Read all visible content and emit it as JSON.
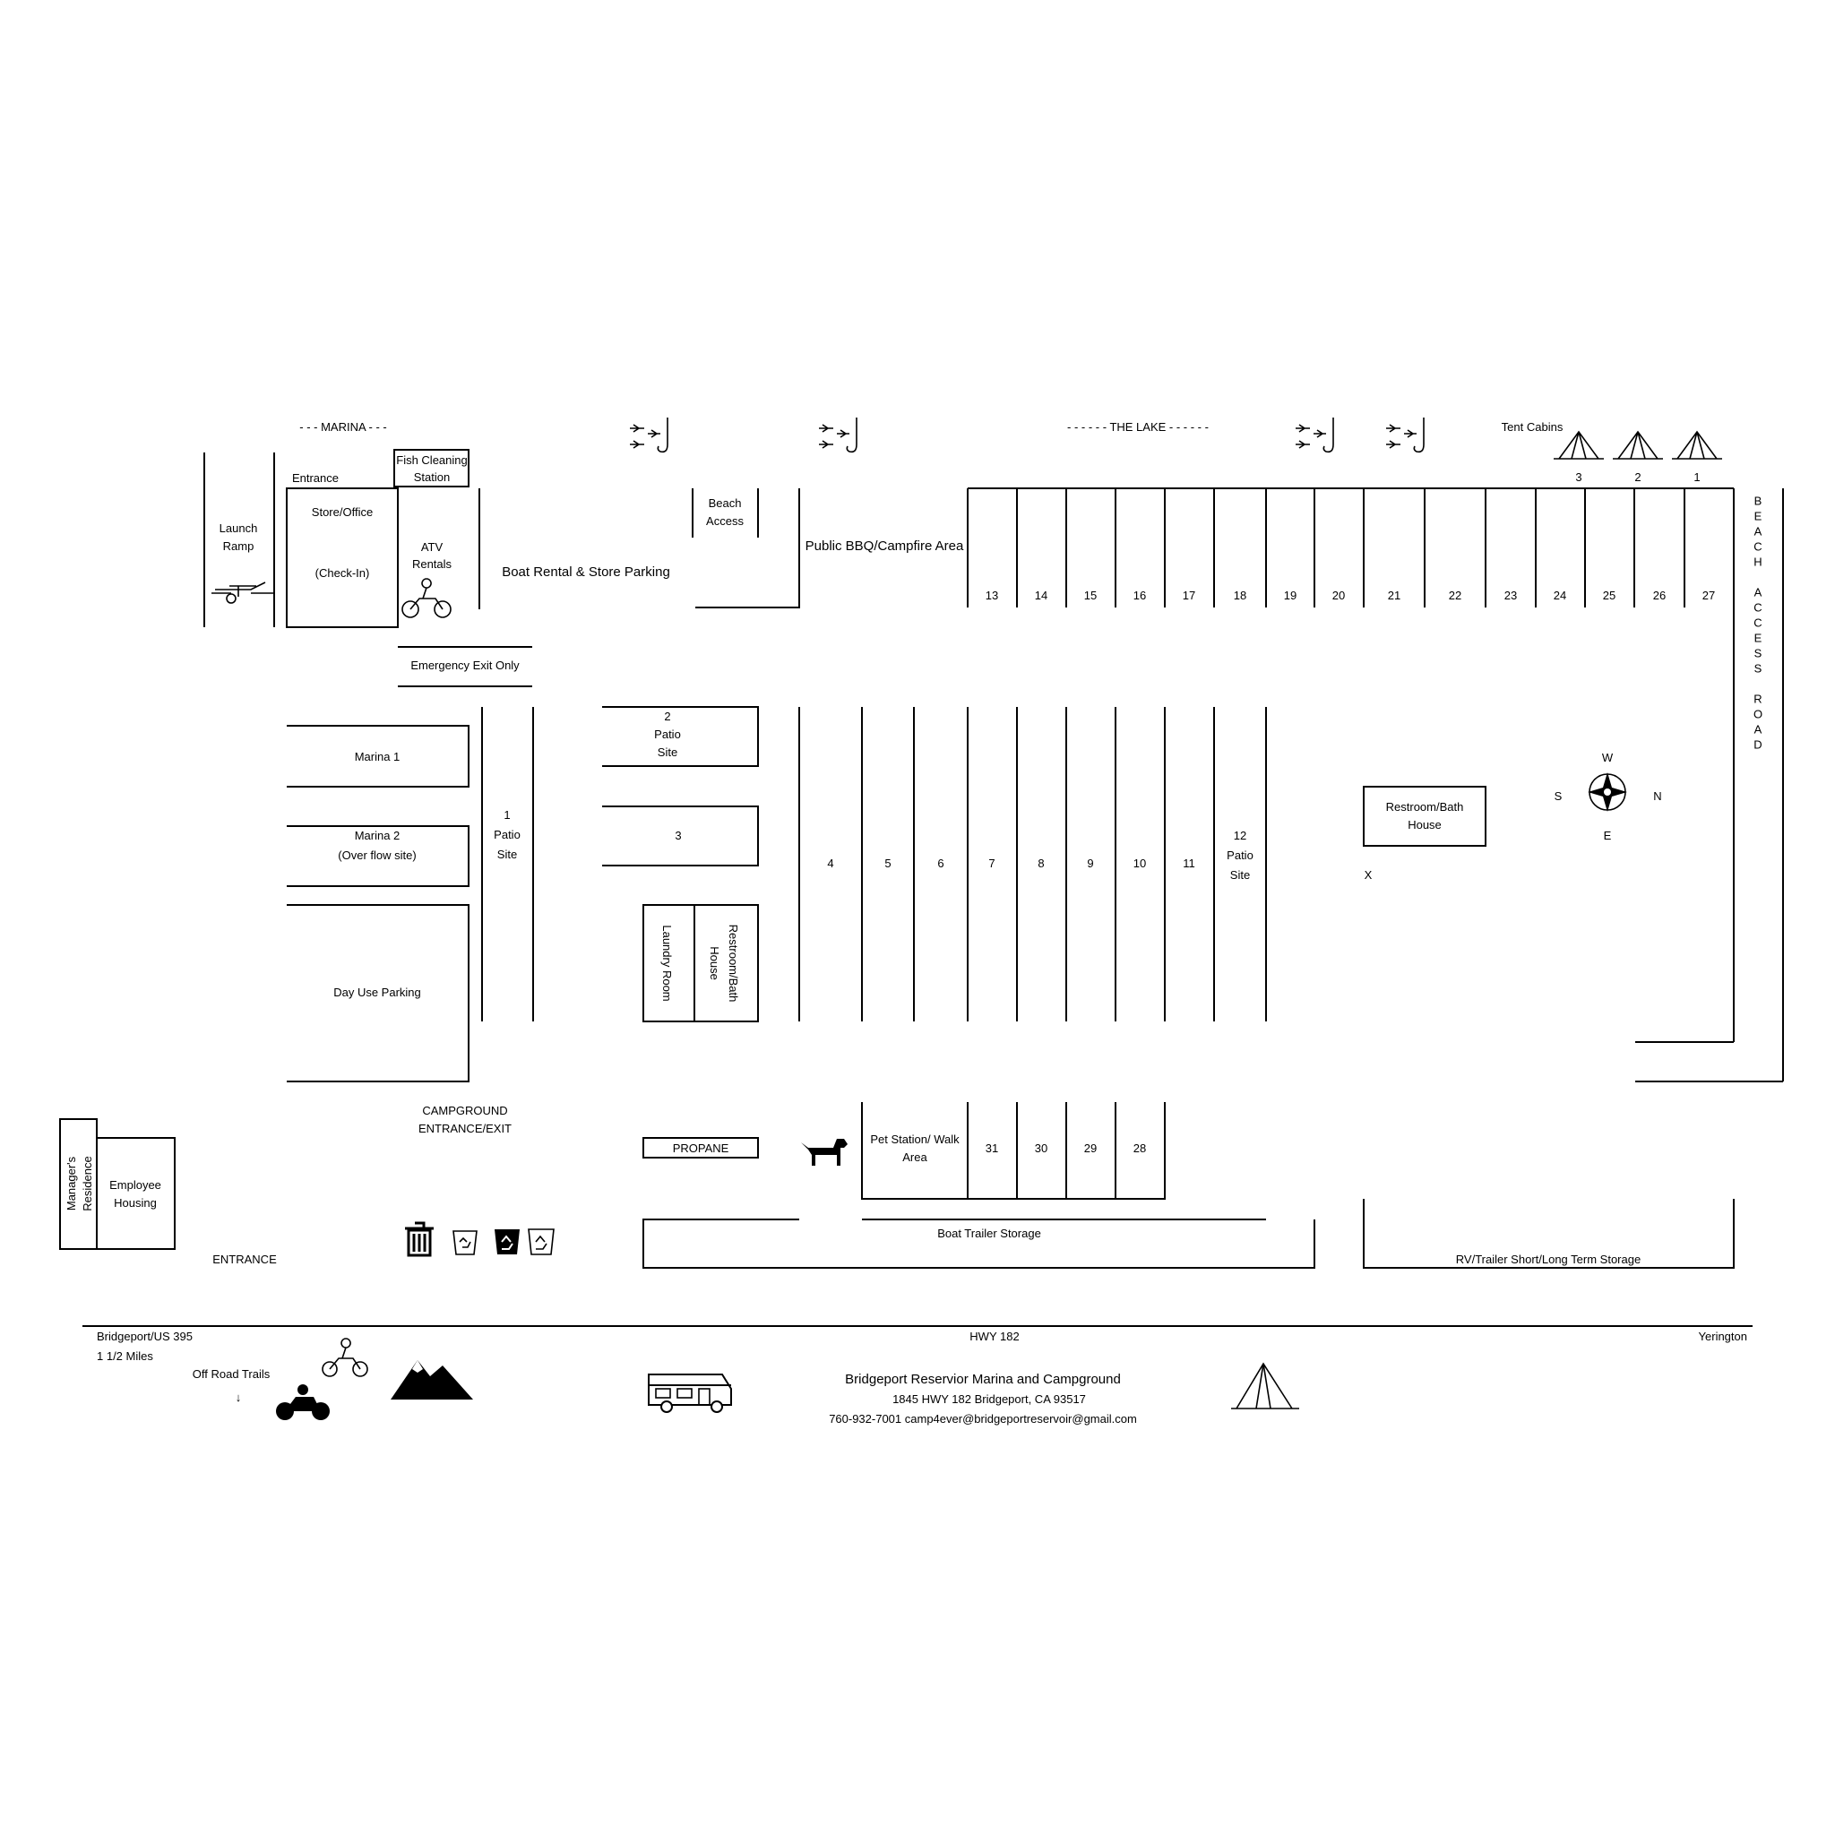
{
  "header": {
    "marina": "- - - MARINA - - -",
    "lake": "- - - - - - THE LAKE - - - - - -",
    "tent_cabins": "Tent Cabins"
  },
  "buildings": {
    "entrance_small": "Entrance",
    "fish_cleaning_1": "Fish Cleaning",
    "fish_cleaning_2": "Station",
    "launch_ramp_1": "Launch",
    "launch_ramp_2": "Ramp",
    "store_office": "Store/Office",
    "check_in": "(Check-In)",
    "atv_1": "ATV",
    "atv_2": "Rentals",
    "boat_rental_parking": "Boat Rental & Store Parking",
    "beach_access_1": "Beach",
    "beach_access_2": "Access",
    "public_bbq": "Public BBQ/Campfire Area",
    "emergency_exit": "Emergency Exit Only",
    "marina1": "Marina 1",
    "marina2_1": "Marina 2",
    "marina2_2": "(Over flow site)",
    "day_use_parking": "Day Use Parking",
    "laundry_room": "Laundry Room",
    "restroom_bath_v1": "Restroom/Bath",
    "restroom_bath_v2": "House",
    "restroom_bath_1": "Restroom/Bath",
    "restroom_bath_2": "House",
    "x_mark": "X",
    "beach_access_road": "BEACH ACCESS ROAD",
    "campground_entrance_1": "CAMPGROUND",
    "campground_entrance_2": "ENTRANCE/EXIT",
    "propane": "PROPANE",
    "pet_station_1": "Pet Station/ Walk",
    "pet_station_2": "Area",
    "boat_trailer_storage": "Boat Trailer Storage",
    "rv_storage": "RV/Trailer Short/Long Term Storage",
    "managers_residence_1": "Manager's",
    "managers_residence_2": "Residence",
    "employee_housing_1": "Employee",
    "employee_housing_2": "Housing",
    "entrance": "ENTRANCE"
  },
  "sites": {
    "site1": [
      "1",
      "Patio",
      "Site"
    ],
    "site2": [
      "2",
      "Patio",
      "Site"
    ],
    "site3": "3",
    "site12": [
      "12",
      "Patio",
      "Site"
    ],
    "middle_row": [
      "4",
      "5",
      "6",
      "7",
      "8",
      "9",
      "10",
      "11"
    ],
    "top_row": [
      "13",
      "14",
      "15",
      "16",
      "17",
      "18",
      "19",
      "20",
      "21",
      "22",
      "23",
      "24",
      "25",
      "26",
      "27"
    ],
    "bottom_row": [
      "31",
      "30",
      "29",
      "28"
    ],
    "tent_cabin_numbers": [
      "3",
      "2",
      "1"
    ]
  },
  "compass": {
    "w": "W",
    "s": "S",
    "n": "N",
    "e": "E"
  },
  "road": {
    "left": "Bridgeport/US 395",
    "distance": "1 1/2 Miles",
    "center": "HWY 182",
    "right": "Yerington",
    "off_road_trails": "Off Road Trails",
    "down_arrow": "↓"
  },
  "footer": {
    "name": "Bridgeport Reservior Marina and Campground",
    "address": "1845 HWY 182 Bridgeport, CA 93517",
    "contact": "760-932-7001    camp4ever@bridgeportreservoir@gmail.com"
  },
  "icons": [
    "fish-hook-icon",
    "boat-trailer-icon",
    "atv-rider-icon",
    "compass-icon",
    "dog-icon",
    "trash-can-icon",
    "recycle-bin-icon",
    "mountains-icon",
    "motorcycle-icon",
    "rv-icon",
    "tent-icon"
  ]
}
